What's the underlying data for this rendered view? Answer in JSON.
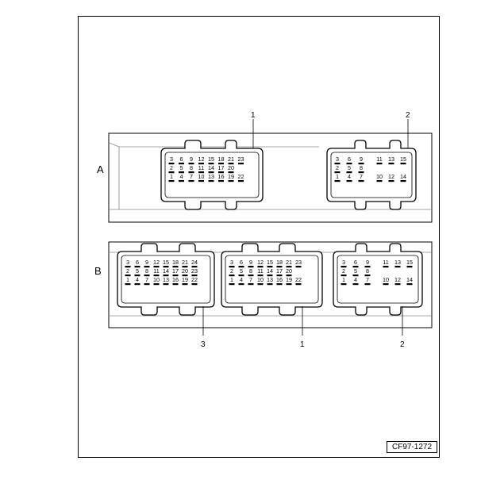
{
  "figure_code": "CF97-1272",
  "panels": [
    {
      "label": "A",
      "connectors": [
        {
          "callout": "1",
          "rows": [
            [
              "3",
              "6",
              "9",
              "12",
              "15",
              "18",
              "21",
              "23"
            ],
            [
              "2",
              "5",
              "8",
              "11",
              "14",
              "17",
              "20"
            ],
            [
              "1",
              "4",
              "7",
              "10",
              "13",
              "16",
              "19",
              "22"
            ]
          ]
        },
        {
          "callout": "2",
          "rows": [
            [
              "3",
              "6",
              "9",
              "11",
              "13",
              "15"
            ],
            [
              "2",
              "5",
              "8"
            ],
            [
              "1",
              "4",
              "7",
              "10",
              "12",
              "14"
            ]
          ]
        }
      ]
    },
    {
      "label": "B",
      "connectors": [
        {
          "callout": "3",
          "rows": [
            [
              "3",
              "6",
              "9",
              "12",
              "15",
              "18",
              "21",
              "24"
            ],
            [
              "2",
              "5",
              "8",
              "11",
              "14",
              "17",
              "20",
              "23"
            ],
            [
              "1",
              "4",
              "7",
              "10",
              "13",
              "16",
              "19",
              "22"
            ]
          ]
        },
        {
          "callout": "1",
          "rows": [
            [
              "3",
              "6",
              "9",
              "12",
              "15",
              "18",
              "21",
              "23"
            ],
            [
              "2",
              "5",
              "8",
              "11",
              "14",
              "17",
              "20"
            ],
            [
              "1",
              "4",
              "7",
              "10",
              "13",
              "16",
              "19",
              "22"
            ]
          ]
        },
        {
          "callout": "2",
          "rows": [
            [
              "3",
              "6",
              "9",
              "11",
              "13",
              "15"
            ],
            [
              "2",
              "5",
              "8"
            ],
            [
              "1",
              "4",
              "7",
              "10",
              "12",
              "14"
            ]
          ]
        }
      ]
    }
  ]
}
